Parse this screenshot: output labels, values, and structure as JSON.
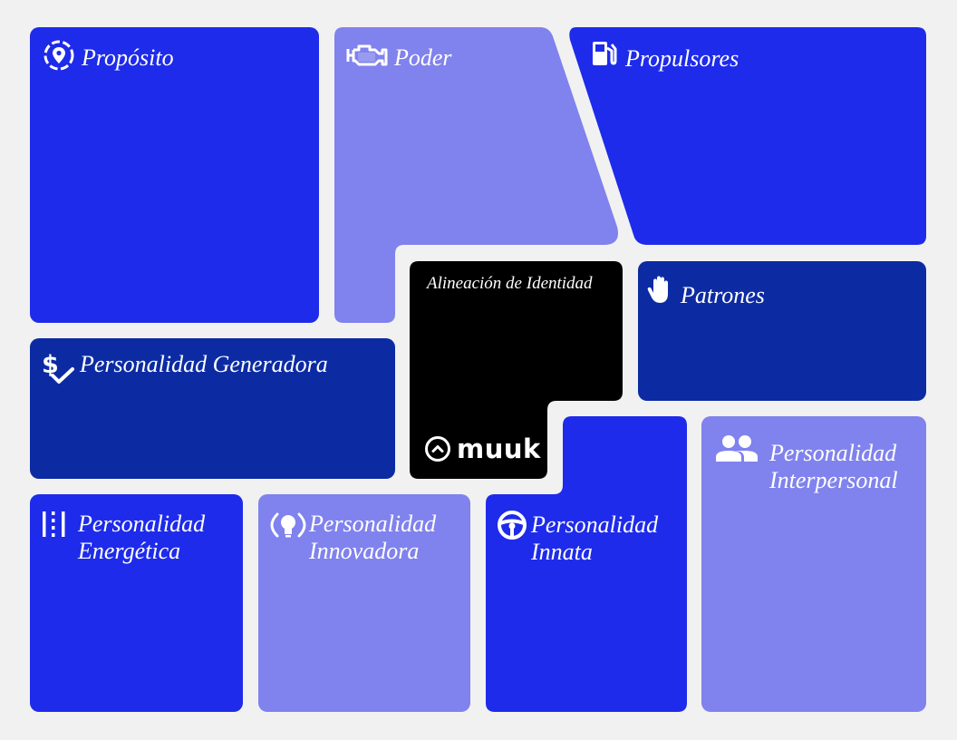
{
  "colors": {
    "background": "#f1f1f1",
    "bright_blue": "#1e2bea",
    "light_blue": "#8082ed",
    "dark_blue": "#0c2ba3",
    "center_black": "#000000",
    "text": "#ffffff"
  },
  "tiles": [
    {
      "id": "proposito",
      "label": "Propósito",
      "icon": "target-location-icon",
      "color": "#1e2bea"
    },
    {
      "id": "poder",
      "label": "Poder",
      "icon": "engine-icon",
      "color": "#8082ed"
    },
    {
      "id": "propulsores",
      "label": "Propulsores",
      "icon": "fuel-pump-icon",
      "color": "#1e2bea"
    },
    {
      "id": "patrones",
      "label": "Patrones",
      "icon": "hand-icon",
      "color": "#0c2ba3"
    },
    {
      "id": "generadora",
      "label": "Personalidad Generadora",
      "icon": "dollar-check-icon",
      "color": "#0c2ba3"
    },
    {
      "id": "energetica",
      "label_line1": "Personalidad",
      "label_line2": "Energética",
      "icon": "energy-bars-icon",
      "color": "#1e2bea"
    },
    {
      "id": "innovadora",
      "label_line1": "Personalidad",
      "label_line2": "Innovadora",
      "icon": "lightbulb-broadcast-icon",
      "color": "#8082ed"
    },
    {
      "id": "innata",
      "label_line1": "Personalidad",
      "label_line2": "Innata",
      "icon": "steering-wheel-icon",
      "color": "#1e2bea"
    },
    {
      "id": "interpersonal",
      "label_line1": "Personalidad",
      "label_line2": "Interpersonal",
      "icon": "people-icon",
      "color": "#8082ed"
    }
  ],
  "center": {
    "title": "Alineación de Identidad",
    "brand": "muuk",
    "brand_icon": "chevron-up-circle-icon",
    "color": "#000000"
  }
}
